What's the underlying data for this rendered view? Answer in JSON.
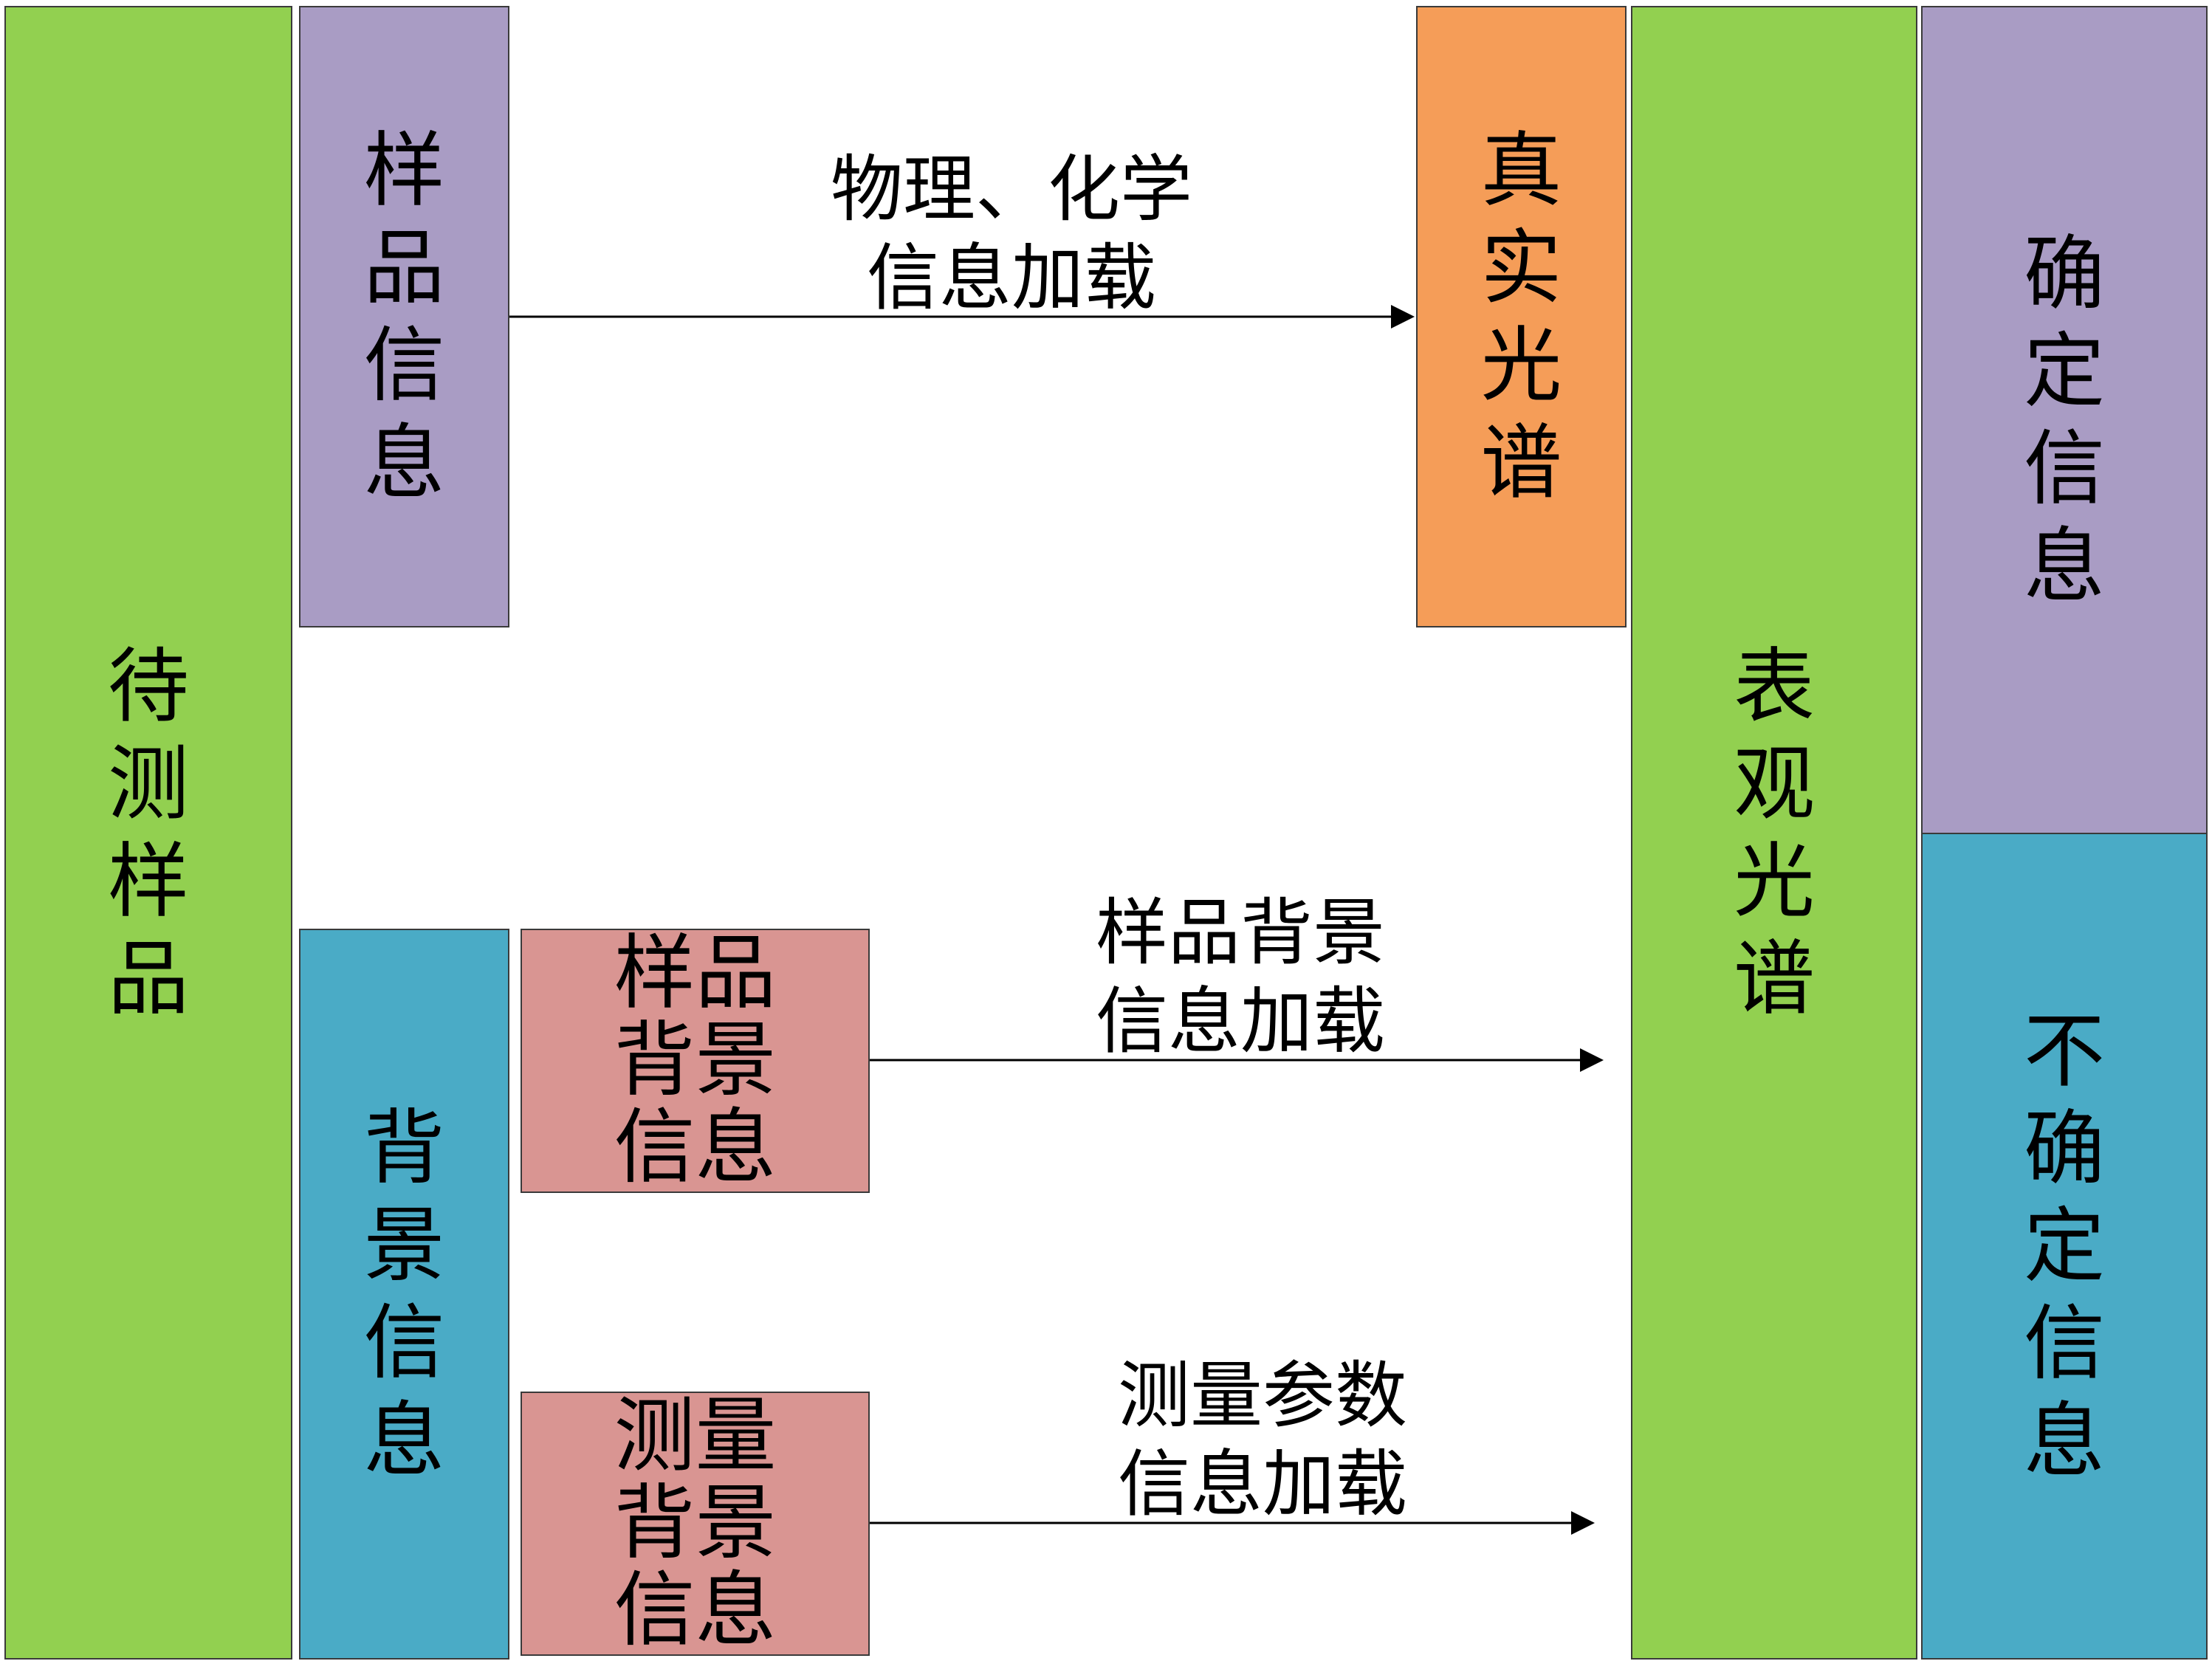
{
  "colors": {
    "green": "#92d050",
    "purple": "#a99cc4",
    "orange": "#f59d58",
    "blue": "#4aabc6",
    "pink": "#d99592"
  },
  "boxes": {
    "sample_under_test": "待测样品",
    "sample_info": "样品信息",
    "background_info": "背景信息",
    "sample_background_info": "样品背景信息",
    "measurement_background_info": "测量背景信息",
    "real_spectrum": "真实光谱",
    "apparent_spectrum": "表观光谱",
    "certain_info": "确定信息",
    "uncertain_info": "不确定信息"
  },
  "arrows": {
    "physical_chemical": {
      "line1": "物理、化学",
      "line2": "信息加载"
    },
    "sample_background": {
      "line1": "样品背景",
      "line2": "信息加载"
    },
    "measurement_params": {
      "line1": "测量参数",
      "line2": "信息加载"
    }
  }
}
